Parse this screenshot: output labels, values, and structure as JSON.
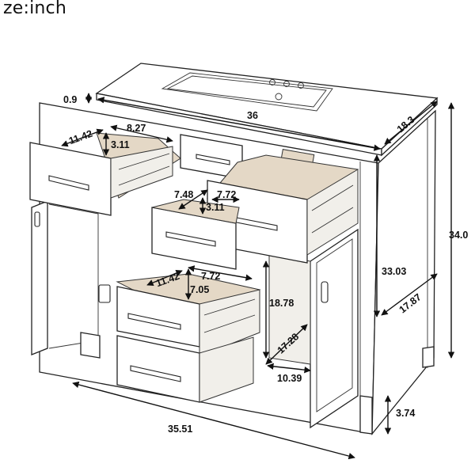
{
  "title": "ze:inch",
  "dimensions": {
    "top_thickness": "0.9",
    "top_width": "36",
    "top_depth": "18.3",
    "total_height": "34.0",
    "body_height": "33.03",
    "body_depth": "17.87",
    "leg_height": "3.74",
    "base_width": "35.51",
    "cabinet_inner_height": "18.78",
    "cabinet_inner_depth": "17.28",
    "cabinet_inner_width": "10.39",
    "drawer_left_depth": "11.42",
    "drawer_left_width": "8.27",
    "drawer_left_height": "3.11",
    "drawer_mid_depth": "7.48",
    "drawer_mid_width": "7.72",
    "drawer_mid_height": "3.11",
    "drawer_low_depth": "11.42",
    "drawer_low_width": "7.72",
    "drawer_low_height": "7.05"
  },
  "arrow_color": "#111111"
}
